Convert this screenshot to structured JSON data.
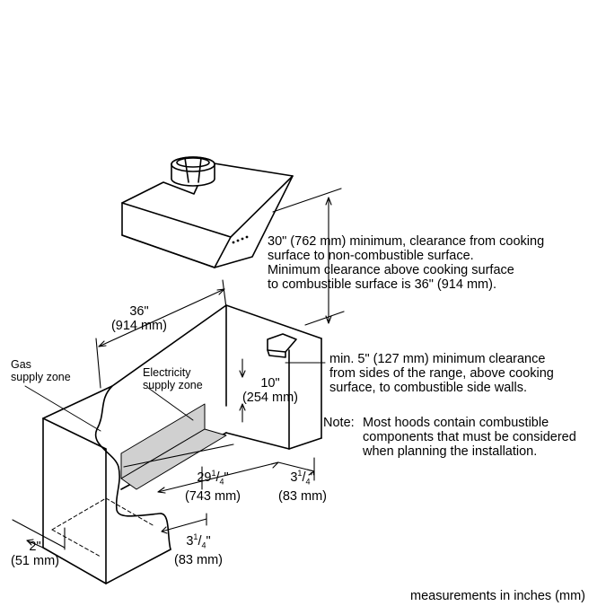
{
  "hood_clearance": {
    "line1": "30\" (762 mm) minimum, clearance from cooking",
    "line2": "surface to non-combustible surface.",
    "line3": "Minimum clearance above cooking surface",
    "line4": "to combustible surface is 36\" (914 mm)."
  },
  "width": {
    "in": "36\"",
    "mm": "(914 mm)"
  },
  "side_clearance": {
    "line1": "min. 5\" (127 mm) minimum clearance",
    "line2": "from sides of the range, above cooking",
    "line3": "surface, to combustible side walls."
  },
  "note": {
    "prefix": "Note:",
    "line1": "Most hoods contain combustible",
    "line2": "components that must be considered",
    "line3": "when planning the installation."
  },
  "gas_zone": {
    "line1": "Gas",
    "line2": "supply zone"
  },
  "electricity_zone": {
    "line1": "Electricity",
    "line2": "supply zone"
  },
  "height_10": {
    "in": "10\"",
    "mm": "(254 mm)"
  },
  "width_29": {
    "whole": "29",
    "num": "1",
    "den": "4",
    "unit": "\"",
    "mm": "(743 mm)"
  },
  "right_3": {
    "whole": "3",
    "num": "1",
    "den": "4",
    "unit": "\"",
    "mm": "(83 mm)"
  },
  "bottom_3": {
    "whole": "3",
    "num": "1",
    "den": "4",
    "unit": "\"",
    "mm": "(83 mm)"
  },
  "left_2": {
    "in": "2\"",
    "mm": "(51 mm)"
  },
  "footer": "measurements in inches (mm)",
  "colors": {
    "line": "#000000",
    "zone_fill": "#d0d0d0",
    "background": "#ffffff"
  }
}
